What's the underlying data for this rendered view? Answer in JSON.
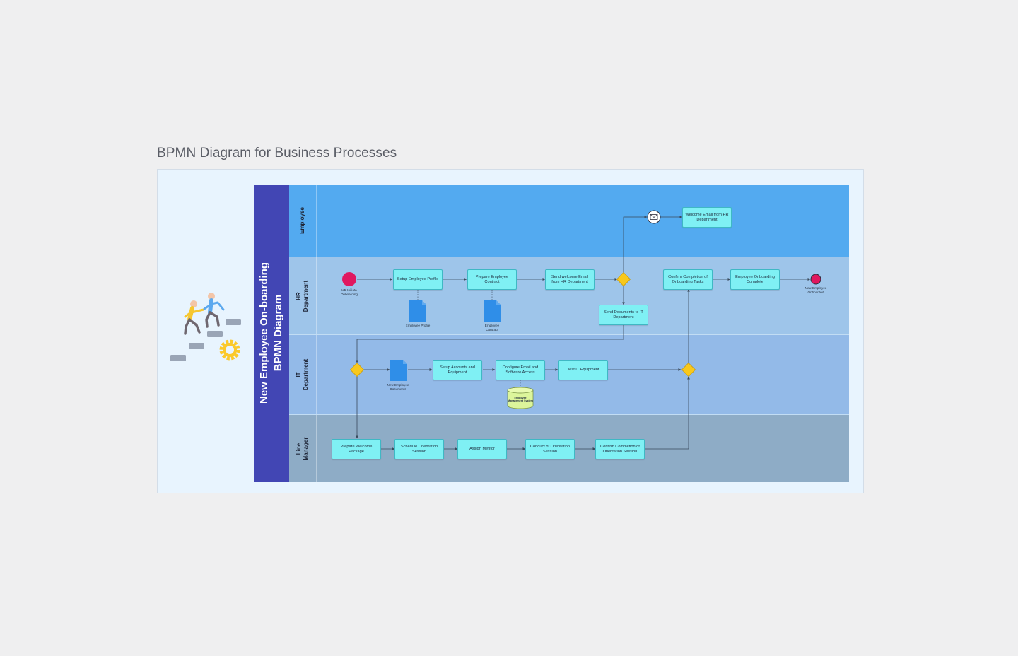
{
  "page_title": "BPMN Diagram for Business Processes",
  "pool_title_line1": "New Employee On-boarding",
  "pool_title_line2": "BPMN Diagram",
  "lanes": {
    "employee": "Employee",
    "hr_line1": "HR",
    "hr_line2": "Department",
    "it_line1": "IT",
    "it_line2": "Department",
    "lm_line1": "Line",
    "lm_line2": "Manager"
  },
  "tasks": {
    "welcome_email_from_hr": "Welcome Email from HR Department",
    "setup_employee_profile": "Setup Employee Profile",
    "prepare_employee_contract": "Prepare Employee Contract",
    "send_welcome_email": "Send welcome Email from HR Department",
    "send_documents_to_it": "Send Documents to IT Department",
    "confirm_onboarding_tasks": "Confirm Completion of Onboarding Tasks",
    "onboarding_complete": "Employee Onboarding Complete",
    "setup_accounts": "Setup Accounts and Equipment",
    "configure_email": "Configure Email and Software Access",
    "test_it_equipment": "Test IT Equipment",
    "prepare_welcome_package": "Prepare Welcome Package",
    "schedule_orientation": "Schedule Orientation Session",
    "assign_mentor": "Assign Mentor",
    "conduct_orientation": "Conduct of Orientation Session",
    "confirm_orientation": "Confirm Completion of Orientation Session"
  },
  "labels": {
    "hr_initiates": "HR Initiate Onboarding",
    "new_employee_onboarded": "New Employee Onboarded",
    "employee_profile_doc": "Employee Profile",
    "employee_contract_doc": "Employee Contract",
    "new_employee_documents": "New Employee Documents",
    "employee_management_system": "Employee Management System"
  },
  "colors": {
    "employee_lane": "#53aaf0",
    "hr_lane": "#9ec5ea",
    "it_lane": "#93bae8",
    "line_manager_lane": "#8eacc6",
    "pool_header": "#4246b4",
    "task_fill": "#7ff0f4",
    "gateway": "#f8c81c",
    "event": "#e0185f",
    "document": "#2f8ee8"
  }
}
